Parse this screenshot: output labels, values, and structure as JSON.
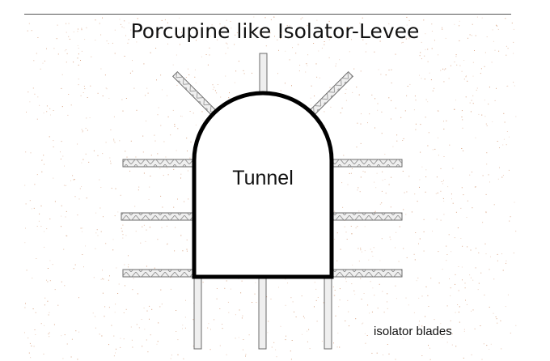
{
  "title": "Porcupine like Isolator-Levee",
  "tunnel_label": "Tunnel",
  "blades_label": "isolator blades",
  "colors": {
    "outline": "#000000",
    "blade_stroke": "#6b6b6b",
    "blade_fill": "#efefef",
    "speckle": "#c87a4a",
    "background": "#ffffff"
  }
}
